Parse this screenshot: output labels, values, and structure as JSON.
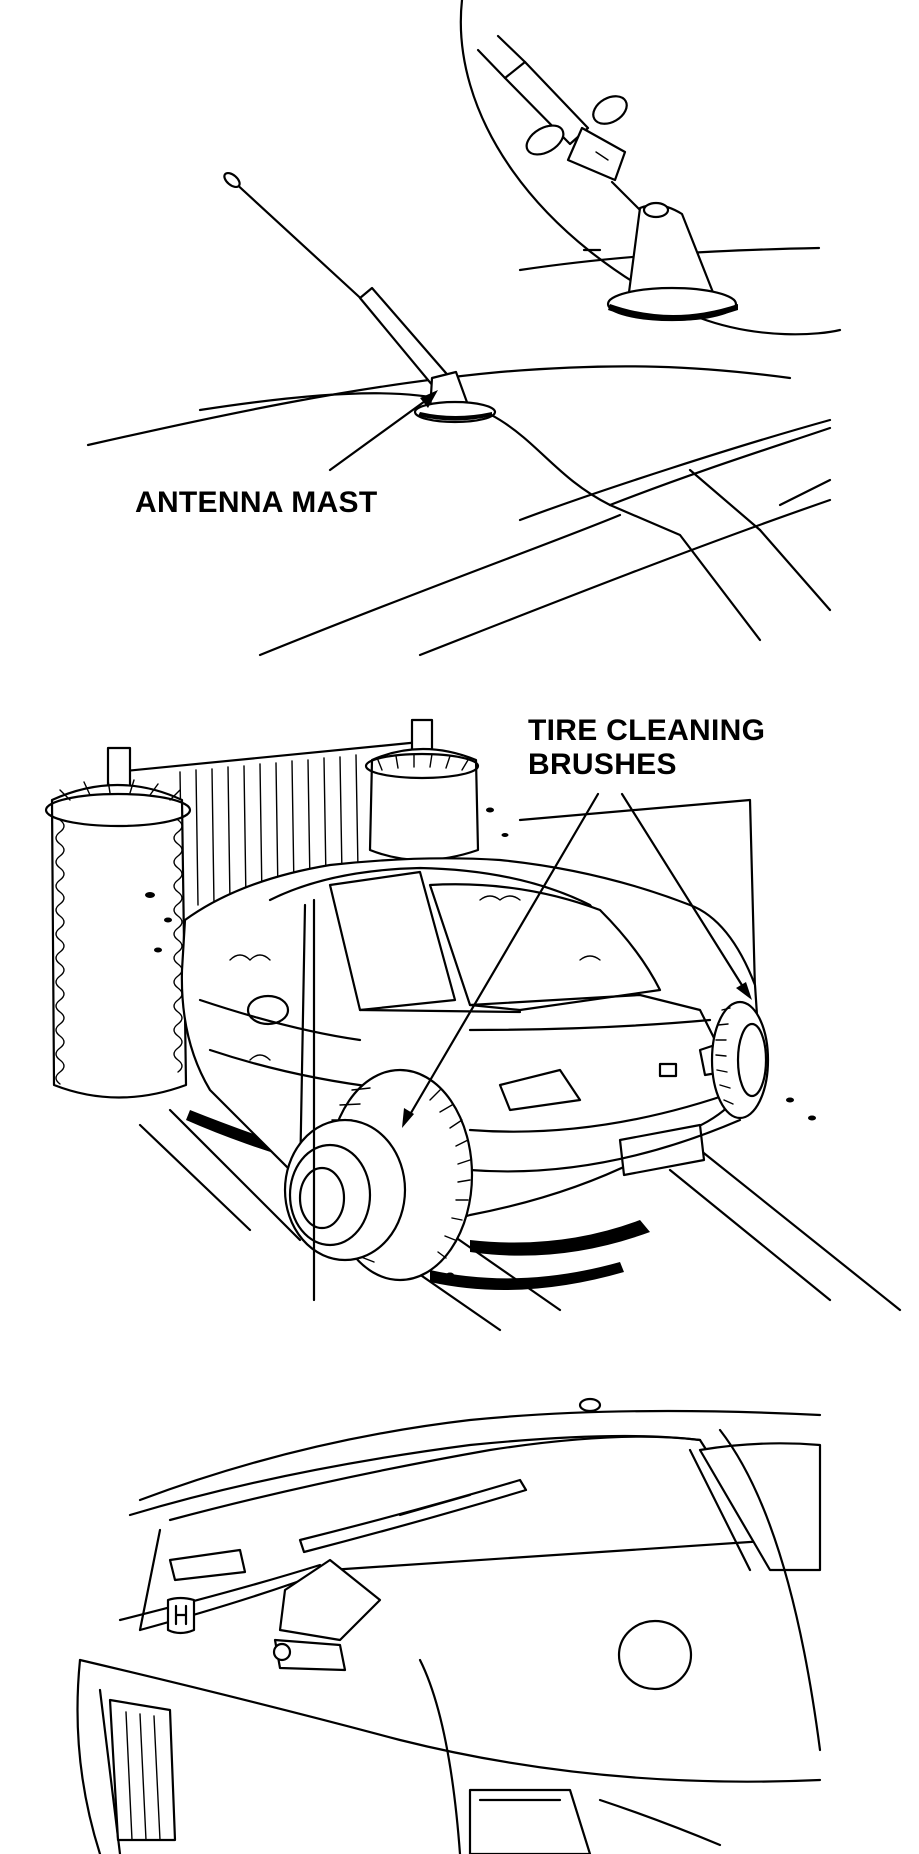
{
  "labels": {
    "antenna_mast": "ANTENNA MAST",
    "tire_cleaning_brushes_line1": "TIRE CLEANING",
    "tire_cleaning_brushes_line2": "BRUSHES"
  }
}
